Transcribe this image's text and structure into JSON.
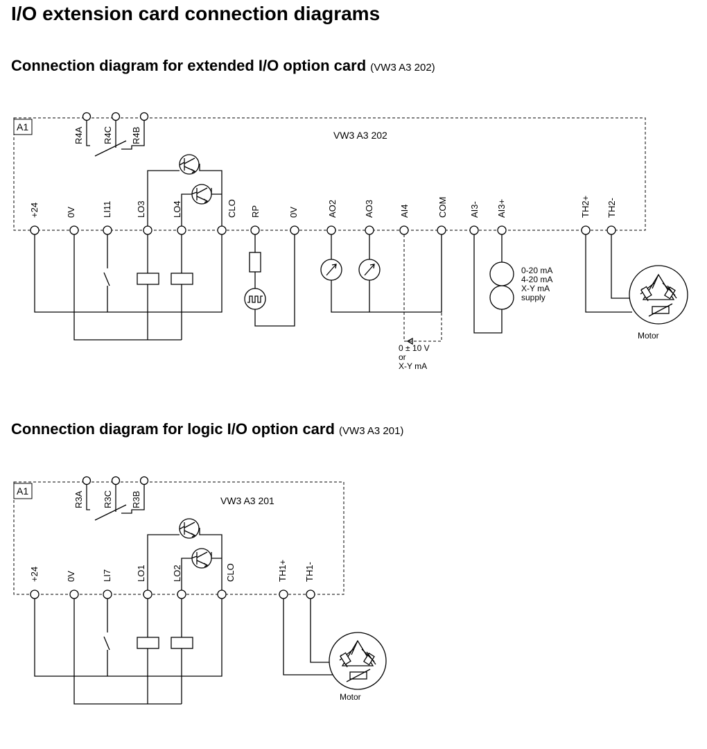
{
  "page_title": "I/O extension card connection diagrams",
  "section1": {
    "heading": "Connection diagram for extended I/O option card",
    "ref": "(VW3 A3 202)",
    "box_label": "A1",
    "card_name": "VW3 A3 202",
    "relay_labels": [
      "R4A",
      "R4C",
      "R4B"
    ],
    "terminal_labels": [
      "+24",
      "0V",
      "LI11",
      "LO3",
      "LO4",
      "CLO",
      "RP",
      "0V",
      "AO2",
      "AO3",
      "AI4",
      "COM",
      "AI3-",
      "AI3+",
      "TH2+",
      "TH2-"
    ],
    "supply_note": [
      "0-20 mA",
      "4-20 mA",
      "X-Y mA",
      "supply"
    ],
    "input_note": [
      "0 ± 10 V",
      "or",
      "X-Y mA"
    ],
    "motor_label": "Motor"
  },
  "section2": {
    "heading": "Connection diagram for logic I/O option card",
    "ref": "(VW3 A3 201)",
    "box_label": "A1",
    "card_name": "VW3 A3 201",
    "relay_labels": [
      "R3A",
      "R3C",
      "R3B"
    ],
    "terminal_labels": [
      "+24",
      "0V",
      "LI7",
      "LO1",
      "LO2",
      "CLO",
      "TH1+",
      "TH1-"
    ],
    "motor_label": "Motor"
  }
}
